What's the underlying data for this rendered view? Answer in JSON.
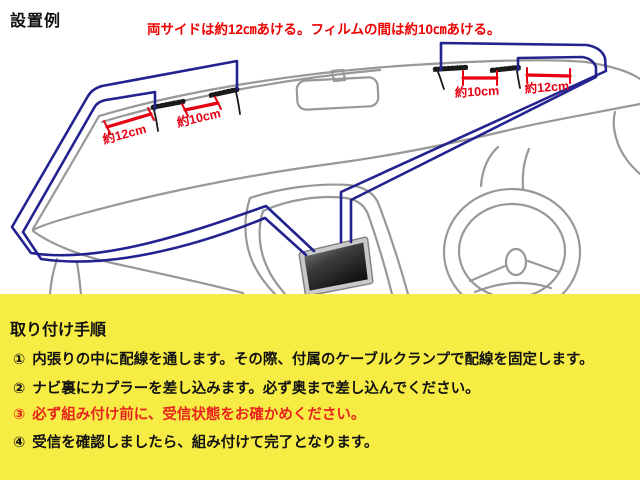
{
  "title": "設置例",
  "diagram": {
    "note": "両サイドは約12㎝あける。フィルムの間は約10㎝あける。",
    "dimension_labels": {
      "left_outer": "約12cm",
      "left_inner": "約10cm",
      "right_inner": "約10cm",
      "right_outer": "約12cm"
    },
    "colors": {
      "cable_blue": "#23238f",
      "line_gray": "#989898",
      "accent_red": "#e60012",
      "antenna_black": "#1a1a1a",
      "navi_screen_dark": "#0a0a0a"
    }
  },
  "instructions": {
    "heading": "取り付け手順",
    "background_yellow": "#f7ec43",
    "steps": [
      {
        "number": "①",
        "text": "内張りの中に配線を通します。その際、付属のケーブルクランプで配線を固定します。"
      },
      {
        "number": "②",
        "text": "ナビ裏にカプラーを差し込みます。必ず奥まで差し込んでください。"
      },
      {
        "number": "③",
        "text": "必ず組み付け前に、受信状態をお確かめください。",
        "emphasis": "red"
      },
      {
        "number": "④",
        "text": "受信を確認しましたら、組み付けて完了となります。"
      }
    ]
  }
}
